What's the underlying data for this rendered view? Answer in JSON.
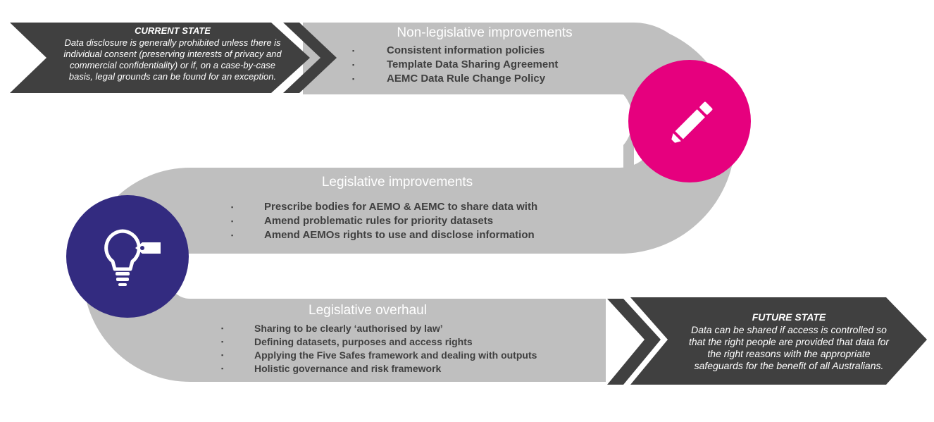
{
  "current_state": {
    "title": "CURRENT STATE",
    "lines": [
      "Data disclosure is generally prohibited unless there is",
      "individual consent (preserving interests of privacy and",
      "commercial confidentiality) or if, on a case-by-case",
      "basis, legal grounds can be found for an exception."
    ]
  },
  "stages": [
    {
      "title": "Non-legislative improvements",
      "items": [
        "Consistent information policies",
        "Template Data Sharing Agreement",
        "AEMC Data Rule Change Policy"
      ]
    },
    {
      "title": "Legislative improvements",
      "items": [
        "Prescribe bodies for AEMO & AEMC to share data with",
        "Amend problematic rules for priority datasets",
        "Amend AEMOs rights to use and disclose information"
      ]
    },
    {
      "title": "Legislative overhaul",
      "items": [
        "Sharing to be clearly ‘authorised by law’",
        "Defining datasets, purposes and access rights",
        "Applying the Five Safes framework and dealing with outputs",
        "Holistic governance and risk framework"
      ]
    }
  ],
  "future_state": {
    "title": "FUTURE STATE",
    "lines": [
      "Data can be shared if access is controlled so",
      "that the right people are provided that data for",
      "the right reasons with the appropriate",
      "safeguards for the benefit of all Australians."
    ]
  },
  "bullet_glyph": "▪",
  "icons": {
    "pencil": "pencil-icon",
    "lightbulb": "lightbulb-tag-icon"
  },
  "colors": {
    "path_gray": "#bfbfbf",
    "chevron_dark": "#404040",
    "pink": "#e6007e",
    "purple": "#332b80",
    "item_text": "#404040"
  }
}
